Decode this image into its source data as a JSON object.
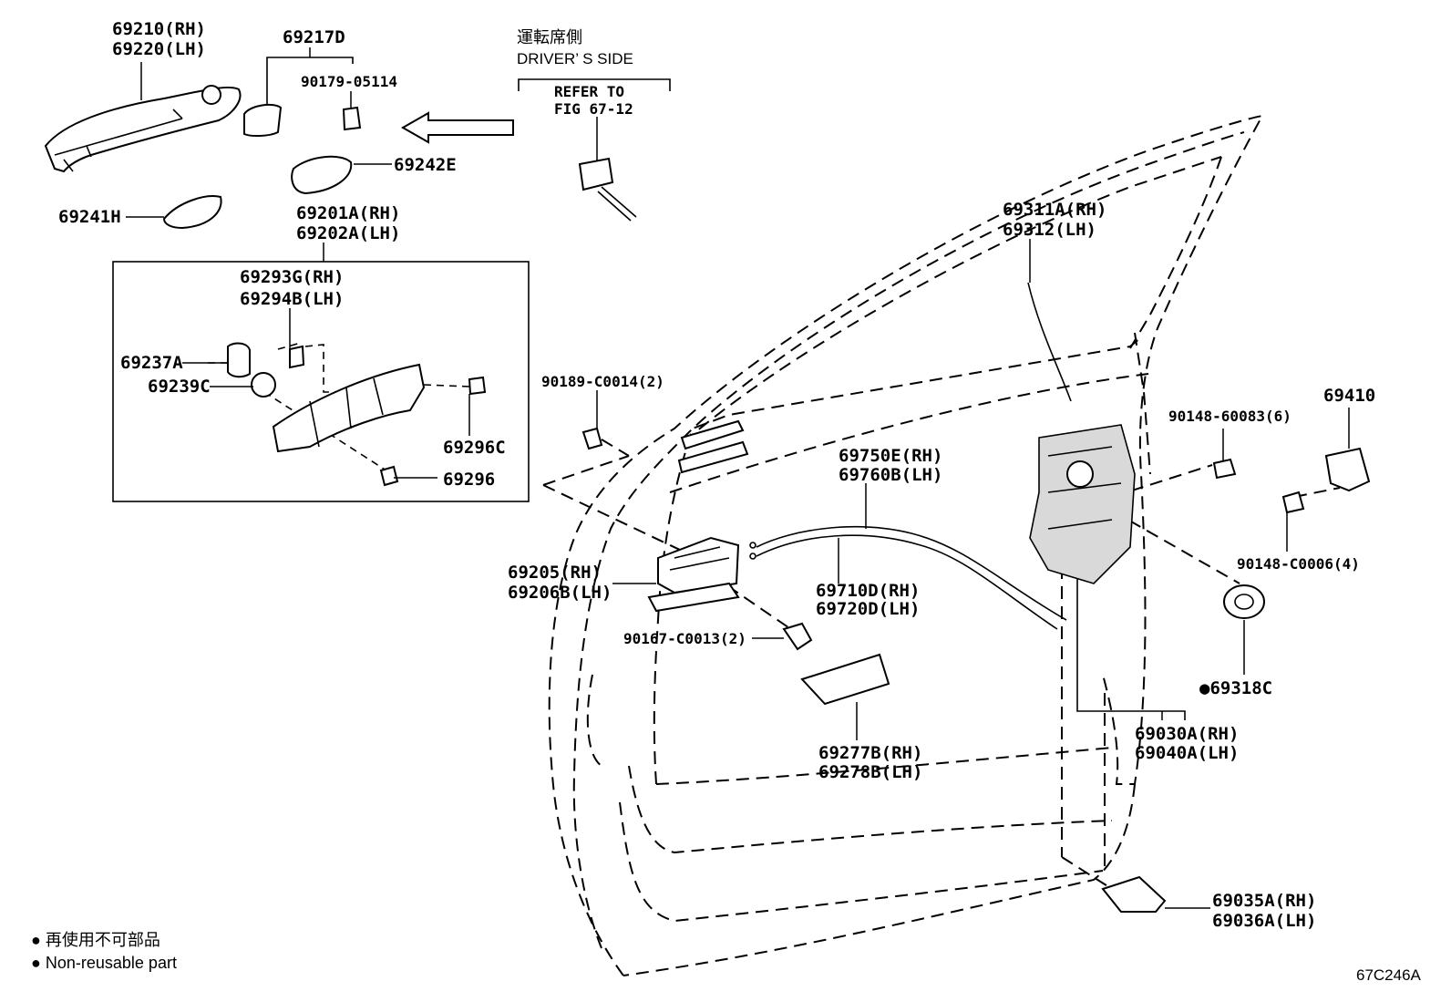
{
  "driver_side": {
    "jp": "運転席側",
    "en": "DRIVER’ S SIDE"
  },
  "refer": {
    "line1": "REFER TO",
    "line2": "FIG 67-12"
  },
  "labels": {
    "handle_rh": "69210(RH)",
    "handle_lh": "69220(LH)",
    "p69217d": "69217D",
    "p90179": "90179-05114",
    "p69242e": "69242E",
    "p69241h": "69241H",
    "frame_rh": "69201A(RH)",
    "frame_lh": "69202A(LH)",
    "p69293g": "69293G(RH)",
    "p69294b": "69294B(LH)",
    "p69237a": "69237A",
    "p69239c": "69239C",
    "p69296c": "69296C",
    "p69296": "69296",
    "p90189": "90189-C0014(2)",
    "cable_rh": "69750E(RH)",
    "cable_lh": "69760B(LH)",
    "inner_rh": "69205(RH)",
    "inner_lh": "69206B(LH)",
    "p90167": "90167-C0013(2)",
    "rod_rh": "69311A(RH)",
    "rod_lh": "69312(LH)",
    "p90148a": "90148-60083(6)",
    "p69410": "69410",
    "p90148b": "90148-C0006(4)",
    "cable2_rh": "69710D(RH)",
    "cable2_lh": "69720D(LH)",
    "p69318c": "●69318C",
    "lock_rh": "69030A(RH)",
    "lock_lh": "69040A(LH)",
    "cover_rh": "69277B(RH)",
    "cover_lh": "69278B(LH)",
    "bottom_rh": "69035A(RH)",
    "bottom_lh": "69036A(LH)"
  },
  "legend": {
    "jp": "● 再使用不可部品",
    "en": "● Non-reusable part"
  },
  "figure_code": "67C246A"
}
